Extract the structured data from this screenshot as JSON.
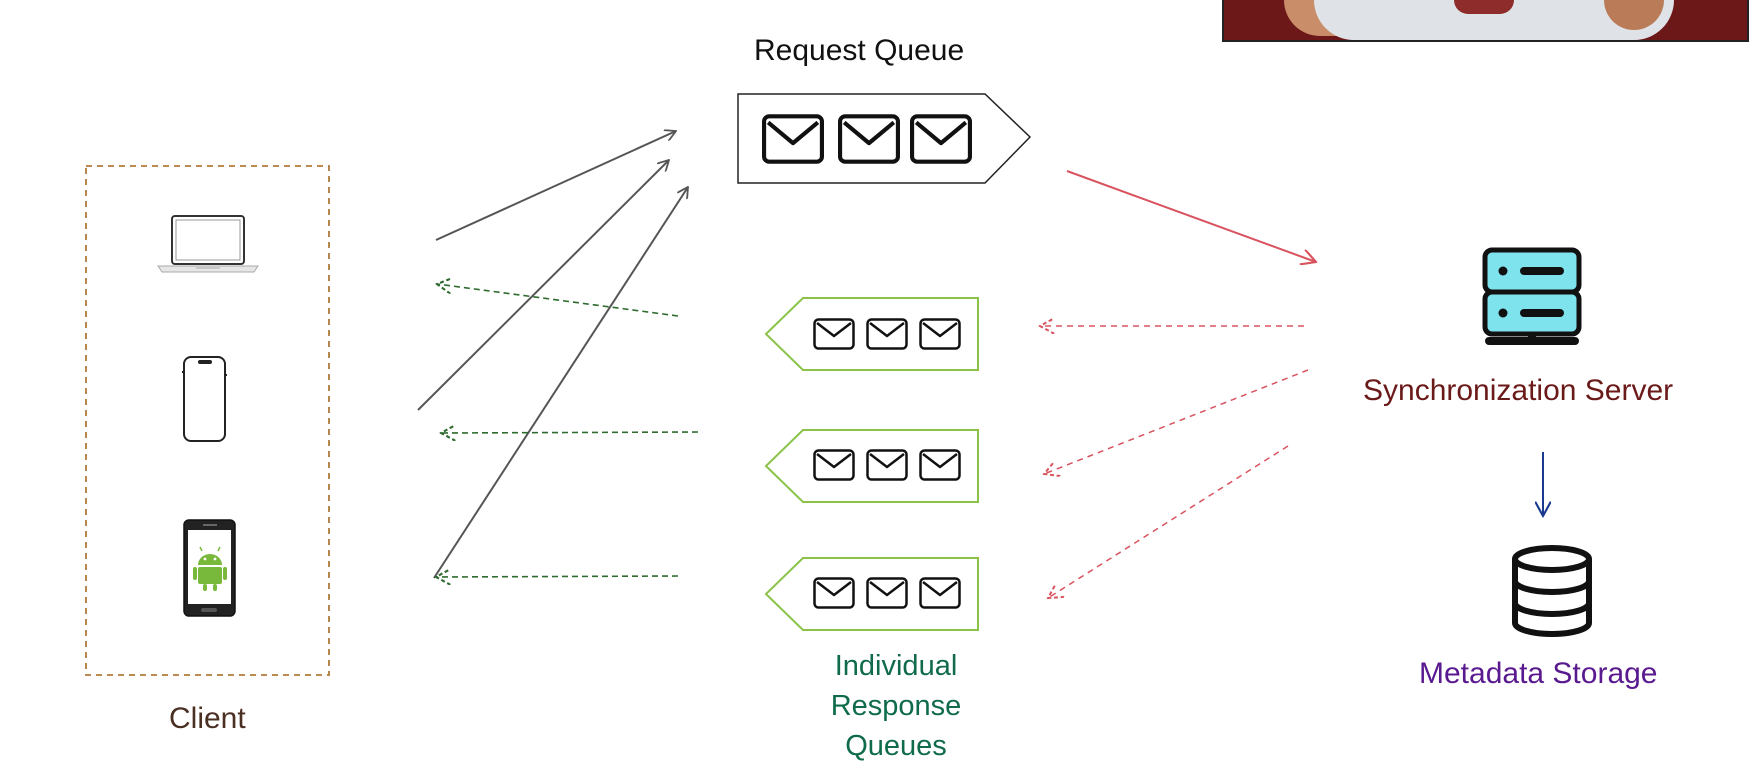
{
  "labels": {
    "request_queue": "Request Queue",
    "client": "Client",
    "sync_server": "Synchronization Server",
    "metadata_storage": "Metadata Storage",
    "response_queues_line1": "Individual",
    "response_queues_line2": "Response",
    "response_queues_line3": "Queues"
  },
  "colors": {
    "client_label": "#4a2f22",
    "client_box": "#b07a3a",
    "sync_server_label": "#6b1a1a",
    "metadata_label": "#5a1a8f",
    "response_label": "#0f6b4a",
    "queue_border_green": "#8bc34a",
    "request_arrow": "#555555",
    "response_arrow": "#2f6b2f",
    "server_arrow": "#d9535f",
    "storage_arrow": "#1a3a8f",
    "server_icon_fill": "#7fe3ee",
    "android_green": "#78b83a"
  },
  "icons": {
    "devices": [
      "laptop-icon",
      "smartphone-icon",
      "android-phone-icon"
    ],
    "server": "server-rack-icon",
    "storage": "database-icon",
    "message": "envelope-icon"
  }
}
